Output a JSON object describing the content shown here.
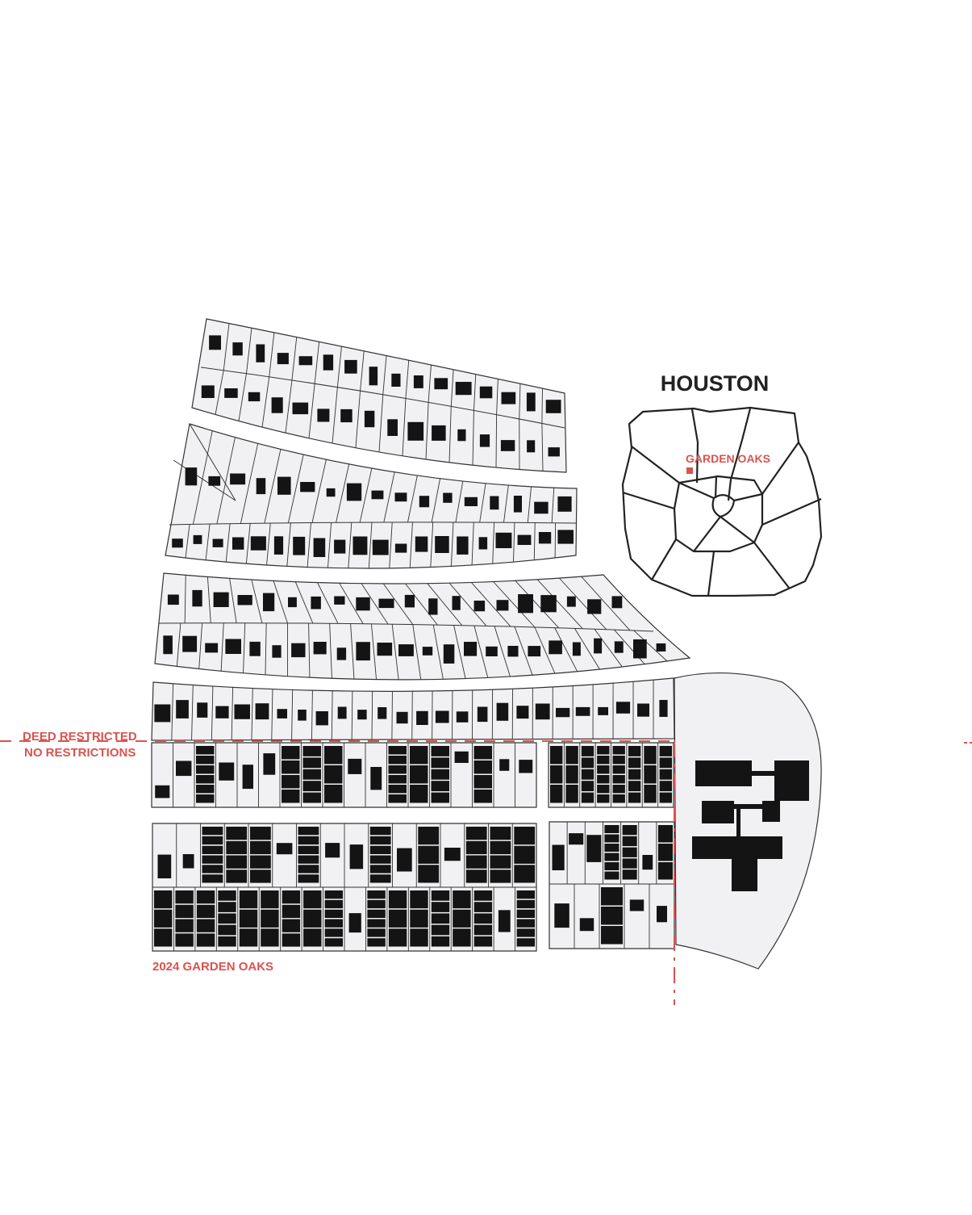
{
  "labels": {
    "city": "HOUSTON",
    "neighborhood": "GARDEN OAKS",
    "deed_restricted": "DEED RESTRICTED",
    "no_restrictions": "NO RESTRICTIONS",
    "caption": "2024 GARDEN OAKS"
  },
  "colors": {
    "accent": "#d9534f",
    "building": "#141414",
    "parcel_fill": "#f1f1f3",
    "parcel_stroke": "#333333"
  }
}
